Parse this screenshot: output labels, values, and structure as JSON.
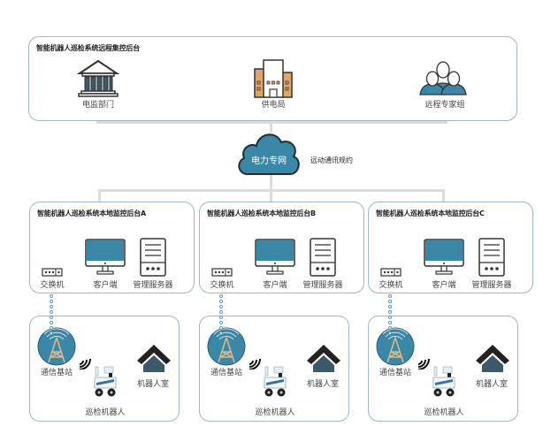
{
  "remote_center": {
    "title": "智能机器人巡检系统远程集控后台",
    "nodes": [
      {
        "label": "电监部门",
        "icon": "government-building-icon"
      },
      {
        "label": "供电局",
        "icon": "office-building-icon"
      },
      {
        "label": "远程专家组",
        "icon": "expert-group-icon"
      }
    ]
  },
  "network": {
    "cloud_label": "电力专网",
    "protocol_label": "远动通讯规约"
  },
  "local_centers": [
    {
      "title": "智能机器人巡检系统本地监控后台A",
      "switch": "交换机",
      "client": "客户端",
      "server": "管理服务器"
    },
    {
      "title": "智能机器人巡检系统本地监控后台B",
      "switch": "交换机",
      "client": "客户端",
      "server": "管理服务器"
    },
    {
      "title": "智能机器人巡检系统本地监控后台C",
      "switch": "交换机",
      "client": "客户端",
      "server": "管理服务器"
    }
  ],
  "stations": [
    {
      "base_station": "通信基站",
      "robot": "巡检机器人",
      "robot_room": "机器人室"
    },
    {
      "base_station": "通信基站",
      "robot": "巡检机器人",
      "robot_room": "机器人室"
    },
    {
      "base_station": "通信基站",
      "robot": "巡检机器人",
      "robot_room": "机器人室"
    }
  ],
  "colors": {
    "accent_blue": "#3a87a8",
    "dark_slate": "#3d5866",
    "orange": "#e3a566",
    "panel_border": "#9fb6c4",
    "connector": "#dcdcdc"
  }
}
